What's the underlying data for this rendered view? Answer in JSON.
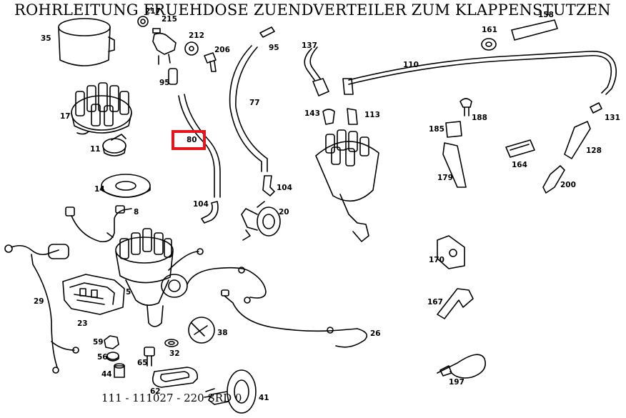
{
  "title": "ROHRLEITUNG FRUEHDOSE ZUENDVERTEILER ZUM KLAPPENSTUTZEN",
  "footer": "111 - 111027 - 220 SRD 0",
  "highlighted_part": "80",
  "parts": [
    "217",
    "215",
    "212",
    "206",
    "95",
    "95",
    "35",
    "17",
    "11",
    "14",
    "8",
    "29",
    "5",
    "23",
    "59",
    "56",
    "44",
    "65",
    "32",
    "62",
    "41",
    "38",
    "26",
    "80",
    "77",
    "104",
    "104",
    "20",
    "137",
    "143",
    "113",
    "110",
    "161",
    "158",
    "188",
    "185",
    "179",
    "164",
    "131",
    "128",
    "200",
    "170",
    "167",
    "197"
  ],
  "colors": {
    "line": "#000000",
    "highlight": "#e8141c",
    "background": "#ffffff"
  }
}
